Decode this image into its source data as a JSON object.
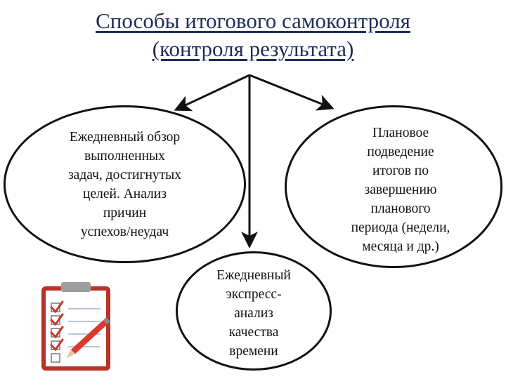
{
  "title": {
    "line1": "Способы итогового самоконтроля",
    "line2": "(контроля результата)"
  },
  "nodes": {
    "left": "Ежедневный обзор\nвыполненных\nзадач, достигнутых\nцелей. Анализ\nпричин\nуспехов/неудач",
    "right": "Плановое\nподведение\nитогов по\nзавершению\nпланового\nпериода (недели,\nмесяца и др.)",
    "bottom": "Ежедневный\nэкспресс-\nанализ\nкачества\nвремени"
  },
  "icons": {
    "clipboard": "clipboard-checklist-icon"
  },
  "colors": {
    "title": "#1f2d5c",
    "outline": "#111111",
    "clipboard": "#c0392b",
    "check": "#c0392b",
    "pencil": "#d93a2b"
  }
}
